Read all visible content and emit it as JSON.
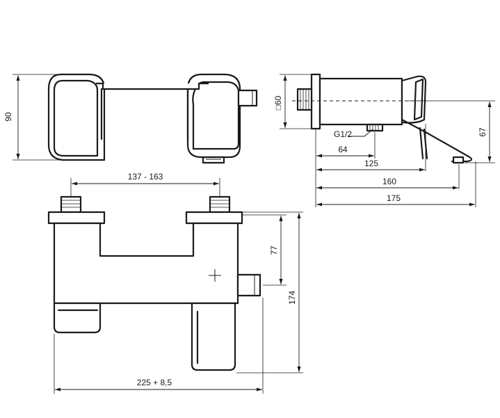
{
  "dimensions": {
    "height_top_view": "90",
    "inlet_spacing": "137 - 163",
    "inlet_diameter": "□60",
    "thread_size": "G1/2",
    "outlet_offset": "64",
    "lever_reach": "125",
    "spout_reach": "160",
    "total_depth": "175",
    "spout_height": "67",
    "outlet_height": "77",
    "total_height": "174",
    "total_width": "225 + 8,5"
  }
}
